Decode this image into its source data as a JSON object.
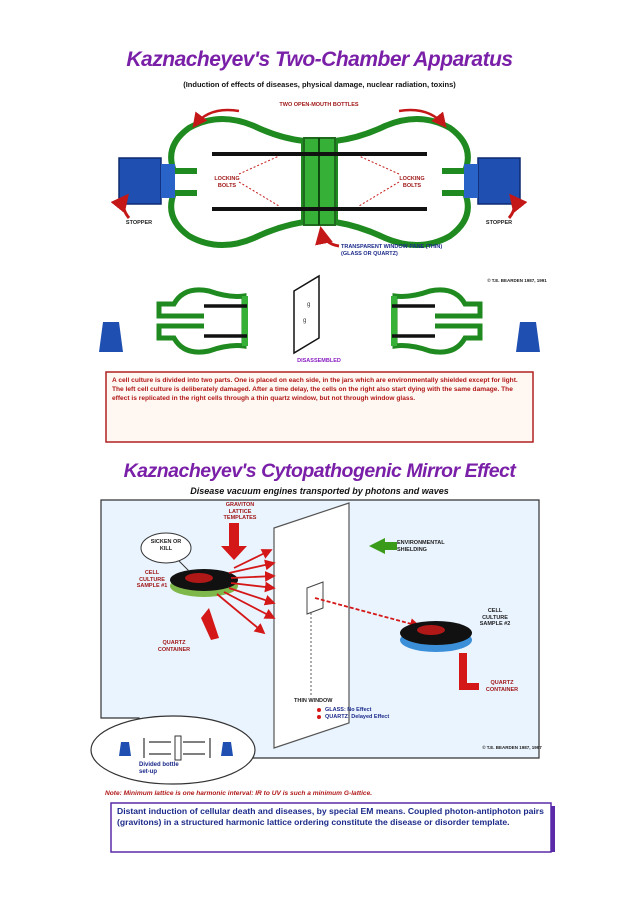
{
  "panel1": {
    "title": "Kaznacheyev's Two-Chamber Apparatus",
    "subtitle": "(Induction of effects of diseases, physical damage, nuclear radiation, toxins)",
    "labels": {
      "bottles": "TWO OPEN-MOUTH BOTTLES",
      "locking_left": "LOCKING BOLTS",
      "locking_right": "LOCKING BOLTS",
      "stopper_left": "STOPPER",
      "stopper_right": "STOPPER",
      "window": "TRANSPARENT WINDOW PANE (THIN) (GLASS OR QUARTZ)",
      "copyright": "© T.E. BEARDEN 1987, 1991",
      "disassembled": "DISASSEMBLED"
    },
    "description": "A cell culture is divided into two parts. One is placed on each side, in the jars which are environmentally shielded except for light. The left cell culture is deliberately damaged. After a time delay, the cells on the right also start dying with the same damage. The effect is replicated in the right cells through a thin quartz window, but not through window glass."
  },
  "panel2": {
    "title": "Kaznacheyev's Cytopathogenic Mirror Effect",
    "subtitle": "Disease vacuum engines transported by photons and waves",
    "labels": {
      "sicken": "SICKEN OR KILL",
      "graviton": "GRAVITON LATTICE TEMPLATES",
      "shielding": "ENVIRONMENTAL SHIELDING",
      "cell1": "CELL CULTURE SAMPLE #1",
      "cell2": "CELL CULTURE SAMPLE #2",
      "quartz1": "QUARTZ CONTAINER",
      "quartz2": "QUARTZ CONTAINER",
      "thin_window": "THIN WINDOW",
      "glass": "GLASS: No Effect",
      "quartz": "QUARTZ: Delayed Effect",
      "divided": "Divided bottle set-up",
      "copyright": "© T.E. BEARDEN 1987, 1997"
    },
    "note": "Note: Minimum lattice is one harmonic interval: IR to UV is such a minimum G-lattice.",
    "description": "Distant induction of cellular death and diseases, by special EM means. Coupled photon-antiphoton pairs (gravitons) in a structured harmonic lattice ordering constitute the disease or disorder template."
  },
  "colors": {
    "title": "#7a1fa8",
    "bottle": "#1f8a1f",
    "stopper": "#1f4fb0",
    "arrow": "#c41818",
    "label_red": "#a01818",
    "label_blue": "#1b2a8a"
  }
}
